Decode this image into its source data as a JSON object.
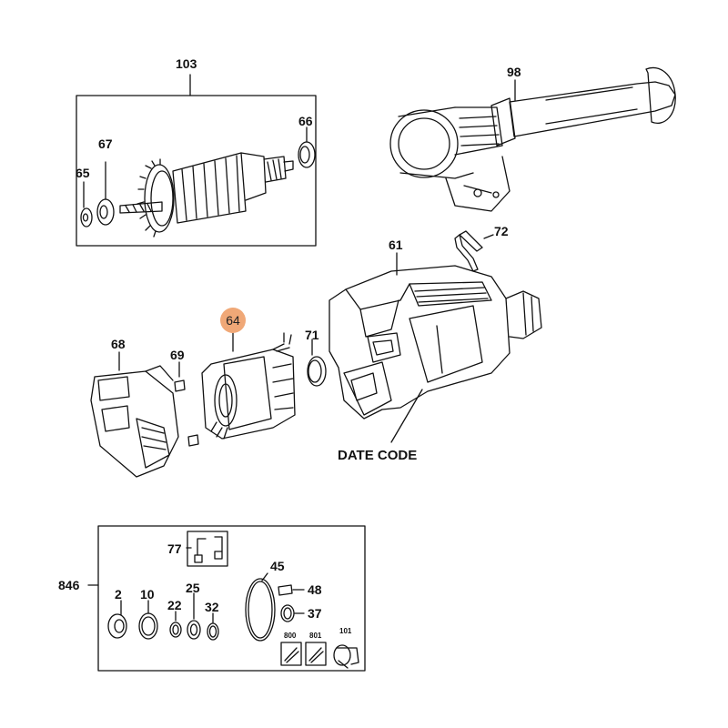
{
  "accent_color": "#f0a877",
  "callouts": {
    "c103": "103",
    "c98": "98",
    "c66": "66",
    "c67": "67",
    "c65": "65",
    "c72": "72",
    "c61": "61",
    "c64": "64",
    "c71": "71",
    "c68": "68",
    "c69": "69",
    "date_code": "DATE CODE",
    "c77": "77",
    "c846": "846",
    "c45": "45",
    "c48": "48",
    "c37": "37",
    "c2": "2",
    "c10": "10",
    "c25": "25",
    "c22": "22",
    "c32": "32",
    "c800": "800",
    "c801": "801",
    "c101": "101"
  },
  "highlighted_part": "64"
}
